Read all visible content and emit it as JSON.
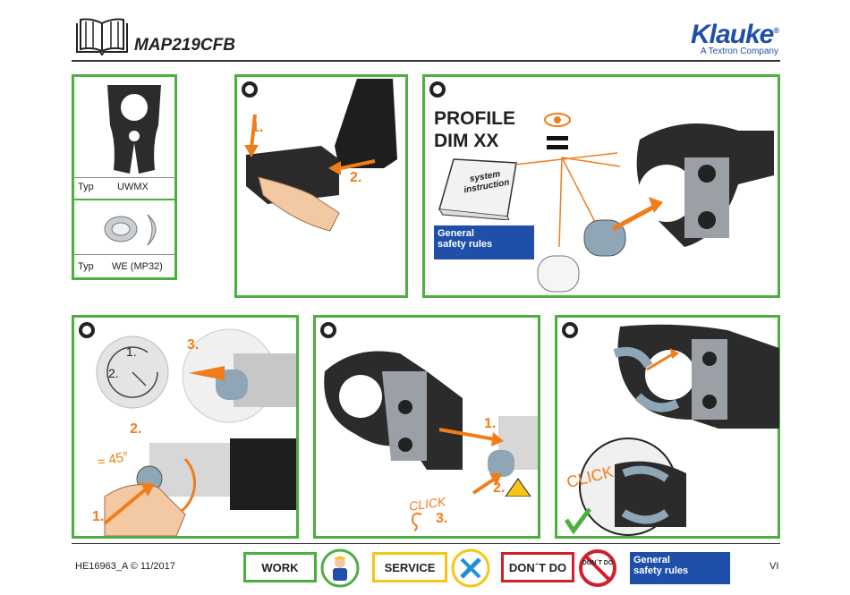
{
  "header": {
    "model": "MAP219CFB",
    "brand": "Klauke",
    "brand_reg": "®",
    "brand_sub": "A Textron Company"
  },
  "left_table": {
    "row1_label": "Typ",
    "row1_value": "UWMX",
    "row2_label": "Typ",
    "row2_value": "WE (MP32)"
  },
  "panel2": {
    "step1": "1.",
    "step2": "2."
  },
  "panel3": {
    "title_line1": "PROFILE",
    "title_line2": "DIM XX",
    "book_text": "system instruction",
    "safety_line1": "General",
    "safety_line2": "safety rules"
  },
  "panel4": {
    "dial_1": "1.",
    "dial_2": "2.",
    "step3": "3.",
    "step2": "2.",
    "angle": "≈ 45°",
    "step1": "1."
  },
  "panel5": {
    "step1": "1.",
    "step2": "2.",
    "click": "CLICK",
    "step3": "3."
  },
  "panel6": {
    "click": "CLICK"
  },
  "footer": {
    "doc_id": "HE16963_A © 11/2017",
    "work": "WORK",
    "service": "SERVICE",
    "dont_do": "DON´T DO",
    "dont_do_icon": "DON´T DO",
    "safety_line1": "General",
    "safety_line2": "safety rules",
    "page": "VI"
  },
  "colors": {
    "green": "#4caf3f",
    "orange": "#f07d1a",
    "blue": "#1f4fa8",
    "red": "#d0202a"
  }
}
